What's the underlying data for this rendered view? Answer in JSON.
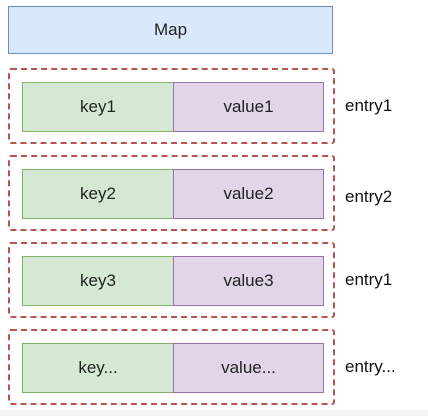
{
  "map": {
    "title": "Map"
  },
  "entries": [
    {
      "key": "key1",
      "value": "value1",
      "label": "entry1"
    },
    {
      "key": "key2",
      "value": "value2",
      "label": "entry2"
    },
    {
      "key": "key3",
      "value": "value3",
      "label": "entry1"
    },
    {
      "key": "key...",
      "value": "value...",
      "label": "entry..."
    }
  ],
  "colors": {
    "map_fill": "#dae8fc",
    "map_border": "#6c8ebf",
    "key_fill": "#d5e8d4",
    "key_border": "#82b366",
    "value_fill": "#e1d5e7",
    "value_border": "#9673a6",
    "entry_border": "#b85450"
  }
}
